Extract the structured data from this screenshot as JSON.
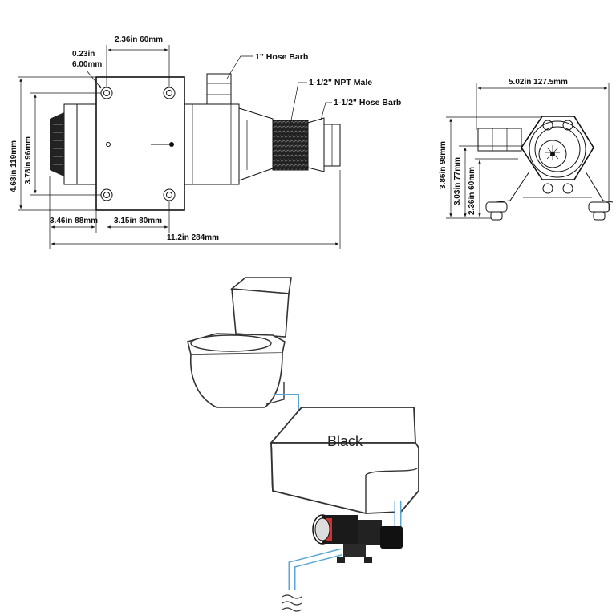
{
  "side_view": {
    "dim_top": "2.36in 60mm",
    "dim_bolt_in": "0.23in",
    "dim_bolt_mm": "6.00mm",
    "hose_barb_small": "1\" Hose Barb",
    "npt_male": "1-1/2\" NPT Male",
    "hose_barb_large": "1-1/2\" Hose Barb",
    "dim_height_outer": "4.68in 119mm",
    "dim_height_inner": "3.78in 96mm",
    "dim_bottom_left": "3.46in 88mm",
    "dim_bottom_mid": "3.15in 80mm",
    "dim_total_length": "11.2in 284mm"
  },
  "end_view": {
    "dim_width": "5.02in 127.5mm",
    "dim_h1": "3.86in 98mm",
    "dim_h2": "3.03in 77mm",
    "dim_h3": "2.36in 60mm"
  },
  "installation": {
    "tank_label": "Black"
  }
}
